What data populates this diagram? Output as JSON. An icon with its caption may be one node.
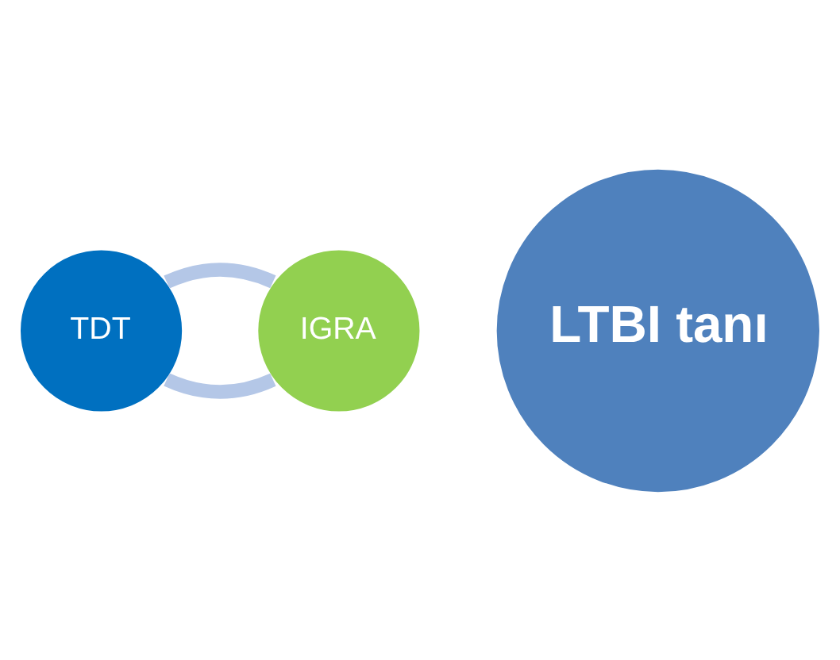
{
  "diagram": {
    "nodes": [
      {
        "text": [
          "LTBI tanı"
        ]
      },
      {
        "text": [
          "TDT"
        ]
      },
      {
        "text": [
          "IGRA"
        ]
      }
    ],
    "edges": [
      {
        "from": 1,
        "to": 2,
        "arrow": "none",
        "color": "#b4c7e7"
      },
      {
        "from": 1,
        "to": 2,
        "arrow": "none",
        "color": "#b4c7e7"
      }
    ]
  }
}
